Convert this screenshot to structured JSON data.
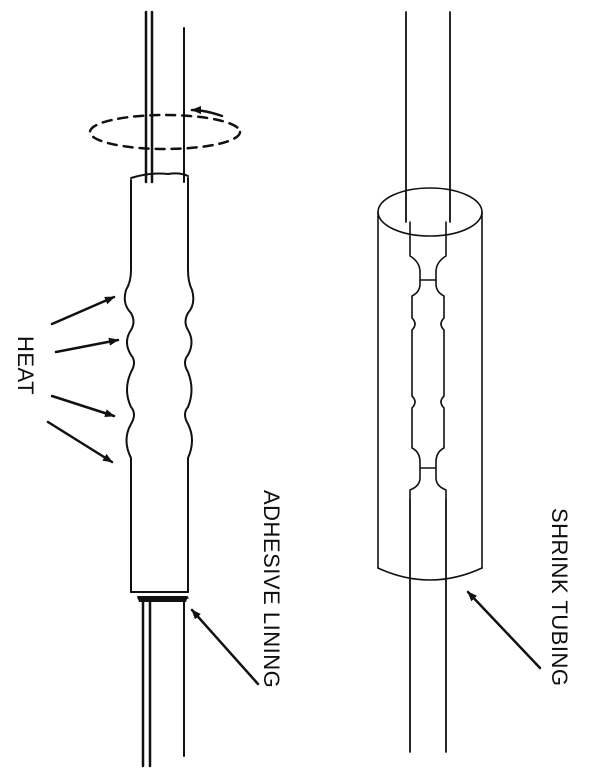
{
  "labels": {
    "heat": "HEAT",
    "adhesive_lining": "ADHESIVE LINING",
    "shrink_tubing": "SHRINK TUBING"
  },
  "colors": {
    "ink": "#111111",
    "background": "#ffffff"
  }
}
